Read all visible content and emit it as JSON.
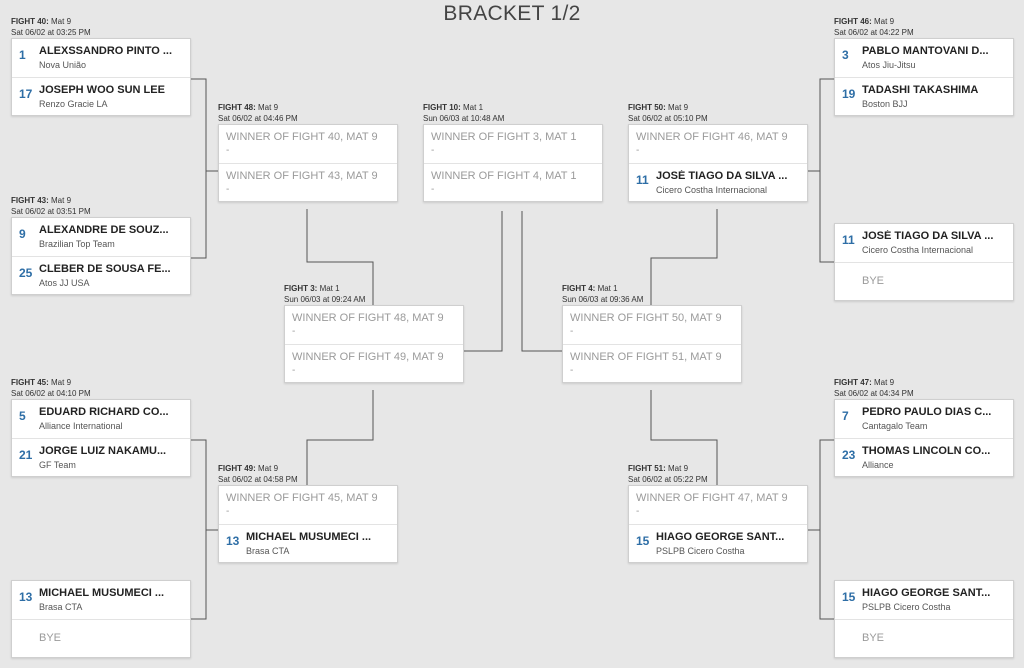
{
  "title": "BRACKET 1/2",
  "fights": [
    {
      "id": "f40",
      "label": "FIGHT 40:",
      "mat": "Mat 9",
      "time": "Sat 06/02 at 03:25 PM",
      "competitors": [
        {
          "seed": "1",
          "name": "ALEXSSANDRO PINTO ...",
          "team": "Nova União"
        },
        {
          "seed": "17",
          "name": "JOSEPH WOO SUN LEE",
          "team": "Renzo Gracie LA"
        }
      ]
    },
    {
      "id": "f43",
      "label": "FIGHT 43:",
      "mat": "Mat 9",
      "time": "Sat 06/02 at 03:51 PM",
      "competitors": [
        {
          "seed": "9",
          "name": "ALEXANDRE DE SOUZ...",
          "team": "Brazilian Top Team"
        },
        {
          "seed": "25",
          "name": "CLEBER DE SOUSA FE...",
          "team": "Atos JJ USA"
        }
      ]
    },
    {
      "id": "f45",
      "label": "FIGHT 45:",
      "mat": "Mat 9",
      "time": "Sat 06/02 at 04:10 PM",
      "competitors": [
        {
          "seed": "5",
          "name": "EDUARD RICHARD CO...",
          "team": "Alliance International"
        },
        {
          "seed": "21",
          "name": "JORGE LUIZ NAKAMU...",
          "team": "GF Team"
        }
      ]
    },
    {
      "id": "f44",
      "label": "",
      "mat": "",
      "time": "",
      "competitors": [
        {
          "seed": "13",
          "name": "MICHAEL MUSUMECI ...",
          "team": "Brasa CTA"
        },
        {
          "bye": true,
          "name": "BYE"
        }
      ]
    },
    {
      "id": "f48",
      "label": "FIGHT 48:",
      "mat": "Mat 9",
      "time": "Sat 06/02 at 04:46 PM",
      "competitors": [
        {
          "pending": true,
          "name": "WINNER OF FIGHT 40, MAT 9",
          "dash": "-"
        },
        {
          "pending": true,
          "name": "WINNER OF FIGHT 43, MAT 9",
          "dash": "-"
        }
      ]
    },
    {
      "id": "f49",
      "label": "FIGHT 49:",
      "mat": "Mat 9",
      "time": "Sat 06/02 at 04:58 PM",
      "competitors": [
        {
          "pending": true,
          "name": "WINNER OF FIGHT 45, MAT 9",
          "dash": "-"
        },
        {
          "seed": "13",
          "name": "MICHAEL MUSUMECI ...",
          "team": "Brasa CTA"
        }
      ]
    },
    {
      "id": "f10",
      "label": "FIGHT 10:",
      "mat": "Mat 1",
      "time": "Sun 06/03 at 10:48 AM",
      "competitors": [
        {
          "pending": true,
          "name": "WINNER OF FIGHT 3, MAT 1",
          "dash": "-"
        },
        {
          "pending": true,
          "name": "WINNER OF FIGHT 4, MAT 1",
          "dash": "-"
        }
      ]
    },
    {
      "id": "f3",
      "label": "FIGHT 3:",
      "mat": "Mat 1",
      "time": "Sun 06/03 at 09:24 AM",
      "competitors": [
        {
          "pending": true,
          "name": "WINNER OF FIGHT 48, MAT 9",
          "dash": "-"
        },
        {
          "pending": true,
          "name": "WINNER OF FIGHT 49, MAT 9",
          "dash": "-"
        }
      ]
    },
    {
      "id": "f4",
      "label": "FIGHT 4:",
      "mat": "Mat 1",
      "time": "Sun 06/03 at 09:36 AM",
      "competitors": [
        {
          "pending": true,
          "name": "WINNER OF FIGHT 50, MAT 9",
          "dash": "-"
        },
        {
          "pending": true,
          "name": "WINNER OF FIGHT 51, MAT 9",
          "dash": "-"
        }
      ]
    },
    {
      "id": "f50",
      "label": "FIGHT 50:",
      "mat": "Mat 9",
      "time": "Sat 06/02 at 05:10 PM",
      "competitors": [
        {
          "pending": true,
          "name": "WINNER OF FIGHT 46, MAT 9",
          "dash": "-"
        },
        {
          "seed": "11",
          "name": "JOSÉ TIAGO DA SILVA ...",
          "team": "Cicero Costha Internacional"
        }
      ]
    },
    {
      "id": "f51",
      "label": "FIGHT 51:",
      "mat": "Mat 9",
      "time": "Sat 06/02 at 05:22 PM",
      "competitors": [
        {
          "pending": true,
          "name": "WINNER OF FIGHT 47, MAT 9",
          "dash": "-"
        },
        {
          "seed": "15",
          "name": "HIAGO GEORGE SANT...",
          "team": "PSLPB Cicero Costha"
        }
      ]
    },
    {
      "id": "f46",
      "label": "FIGHT 46:",
      "mat": "Mat 9",
      "time": "Sat 06/02 at 04:22 PM",
      "competitors": [
        {
          "seed": "3",
          "name": "PABLO MANTOVANI D...",
          "team": "Atos Jiu-Jitsu"
        },
        {
          "seed": "19",
          "name": "TADASHI TAKASHIMA",
          "team": "Boston BJJ"
        }
      ]
    },
    {
      "id": "f42",
      "label": "",
      "mat": "",
      "time": "",
      "competitors": [
        {
          "seed": "11",
          "name": "JOSÉ TIAGO DA SILVA ...",
          "team": "Cicero Costha Internacional"
        },
        {
          "bye": true,
          "name": "BYE"
        }
      ]
    },
    {
      "id": "f47",
      "label": "FIGHT 47:",
      "mat": "Mat 9",
      "time": "Sat 06/02 at 04:34 PM",
      "competitors": [
        {
          "seed": "7",
          "name": "PEDRO PAULO DIAS C...",
          "team": "Cantagalo Team"
        },
        {
          "seed": "23",
          "name": "THOMAS LINCOLN CO...",
          "team": "Alliance"
        }
      ]
    },
    {
      "id": "f41",
      "label": "",
      "mat": "",
      "time": "",
      "competitors": [
        {
          "seed": "15",
          "name": "HIAGO GEORGE SANT...",
          "team": "PSLPB Cicero Costha"
        },
        {
          "bye": true,
          "name": "BYE"
        }
      ]
    }
  ]
}
